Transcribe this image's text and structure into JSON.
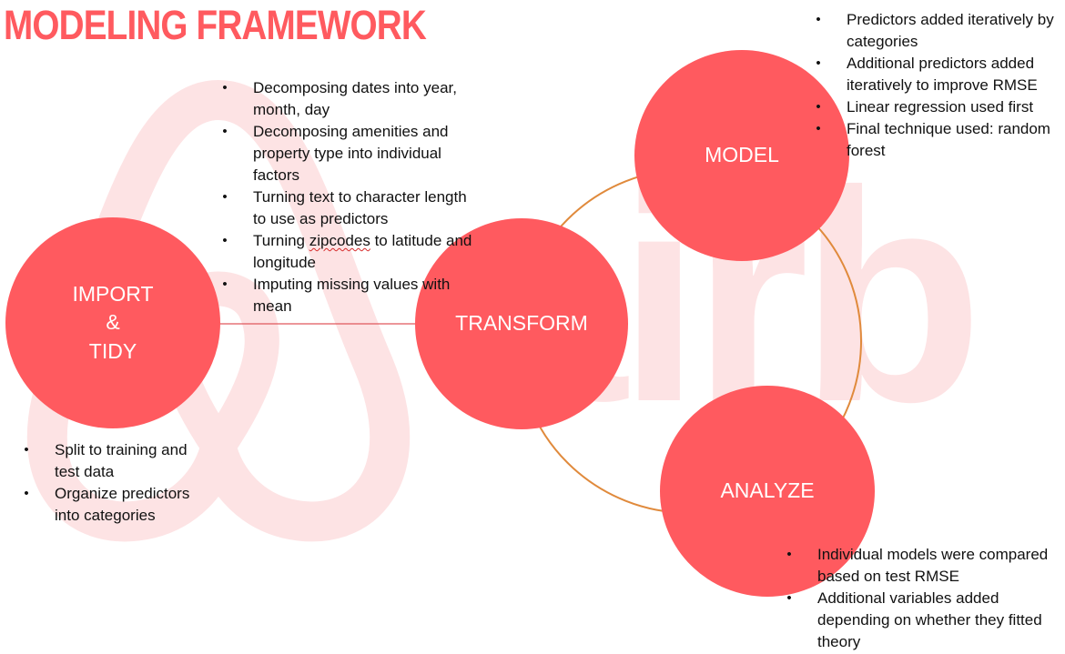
{
  "title": "MODELING FRAMEWORK",
  "colors": {
    "accent": "#ff5a5f",
    "watermark": "#fde3e4",
    "cycle_ring": "#e08a3c",
    "connector": "#e0585c",
    "text": "#111111"
  },
  "watermark": {
    "text": "airb"
  },
  "nodes": {
    "import": {
      "line1": "IMPORT",
      "line2": "&",
      "line3": "TIDY"
    },
    "transform": {
      "label": "TRANSFORM"
    },
    "model": {
      "label": "MODEL"
    },
    "analyze": {
      "label": "ANALYZE"
    }
  },
  "notes": {
    "import": [
      "Split to training and test data",
      "Organize predictors into categories"
    ],
    "transform": [
      "Decomposing dates into year, month, day",
      "Decomposing amenities and property type into individual factors",
      "Turning text to character length to use as predictors",
      {
        "before": "Turning ",
        "flagged": "zipcodes",
        "after": " to latitude and longitude"
      },
      "Imputing missing values with mean"
    ],
    "model": [
      "Predictors added iteratively by categories",
      "Additional predictors added iteratively to improve RMSE",
      "Linear regression used first",
      "Final technique used: random forest"
    ],
    "analyze": [
      "Individual models were compared based on test RMSE",
      "Additional variables added depending on whether they fitted theory"
    ]
  },
  "bullet_glyph": "•"
}
